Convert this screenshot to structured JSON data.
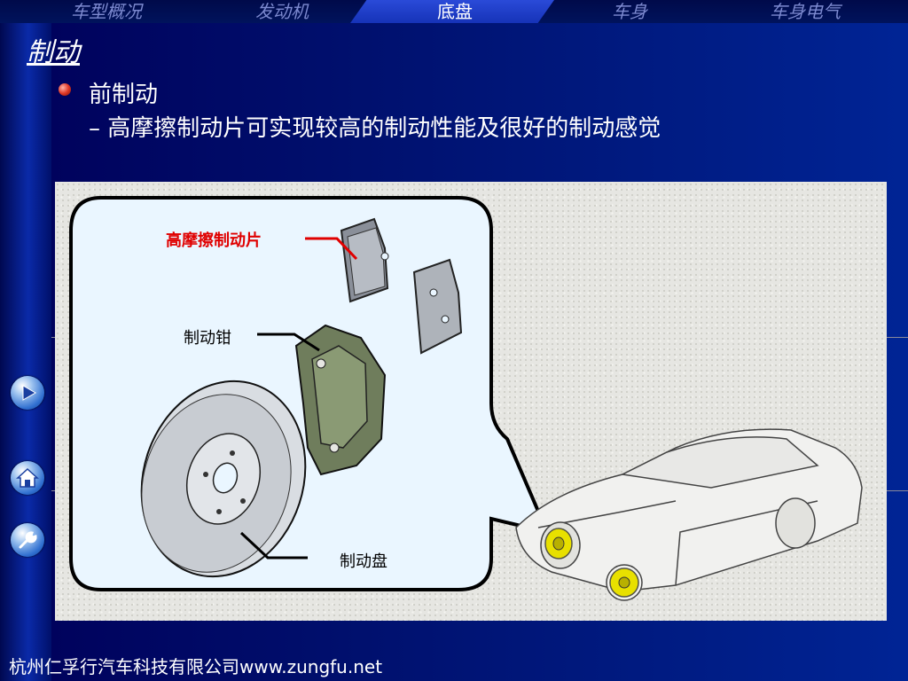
{
  "nav": {
    "items": [
      {
        "label": "车型概况"
      },
      {
        "label": "发动机"
      },
      {
        "label": "底盘"
      },
      {
        "label": "车身"
      },
      {
        "label": "车身电气"
      }
    ]
  },
  "section_title": "制动",
  "content": {
    "bullet": "前制动",
    "sub": "– 高摩擦制动片可实现较高的制动性能及很好的制动感觉"
  },
  "diagram": {
    "label_pad": "高摩擦制动片",
    "label_caliper": "制动钳",
    "label_disc": "制动盘"
  },
  "side_buttons": [
    {
      "icon": "play-arrow-icon"
    },
    {
      "icon": "home-icon"
    },
    {
      "icon": "wrench-icon"
    }
  ],
  "footer": "杭州仁孚行汽车科技有限公司www.zungfu.net",
  "colors": {
    "accent_red": "#e00000",
    "nav_active": "#2a4ad8"
  }
}
